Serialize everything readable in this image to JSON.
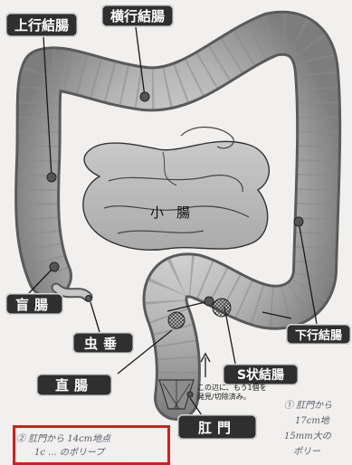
{
  "labels": {
    "ascending_colon": "上行結腸",
    "transverse_colon": "横行結腸",
    "cecum": "盲腸",
    "appendix": "虫垂",
    "small_intestine": "小腸",
    "descending_colon": "下行結腸",
    "sigmoid_colon": "S状結腸",
    "rectum": "直腸",
    "anus": "肛門"
  },
  "notes": {
    "printed_line1": "この辺に、もう1個を",
    "printed_line2": "発見/切除済み。",
    "handwritten_1_line1": "① 肛門から",
    "handwritten_1_line2": "17cm地",
    "handwritten_1_line3": "15mm大の",
    "handwritten_1_line4": "ポリー",
    "handwritten_2_line1": "② 肛門から 14cm地点",
    "handwritten_2_line2": "1c ... のポリープ"
  },
  "colors": {
    "label_bg": "#2f2f2f",
    "organ_fill": "#b9b9b9",
    "organ_stroke": "#4a4a4a",
    "highlight_box": "#e0191a"
  }
}
